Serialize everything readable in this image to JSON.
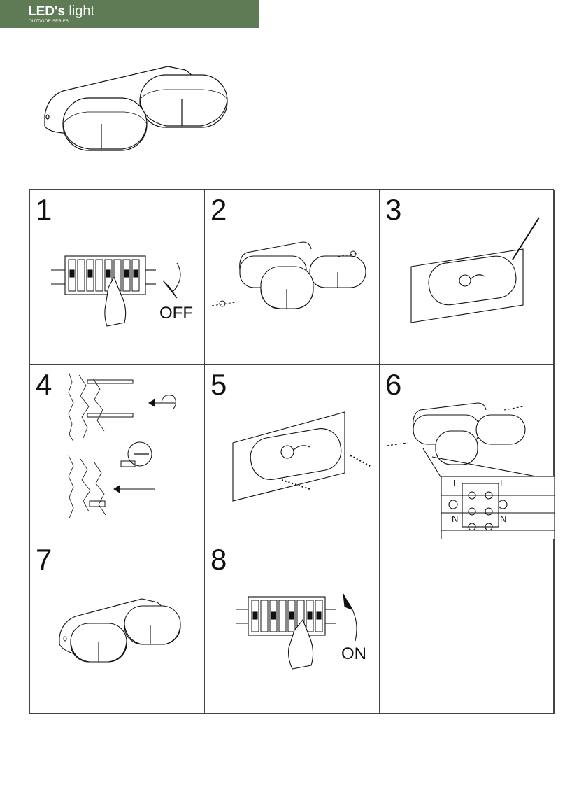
{
  "brand": {
    "name_bold": "LED's",
    "name_light": "light",
    "series": "OUTDOOR SERIES",
    "color": "#5e7b56"
  },
  "steps": [
    {
      "number": "1",
      "label": "OFF"
    },
    {
      "number": "2"
    },
    {
      "number": "3"
    },
    {
      "number": "4"
    },
    {
      "number": "5"
    },
    {
      "number": "6",
      "terminals": [
        "L",
        "L",
        "N",
        "N"
      ]
    },
    {
      "number": "7"
    },
    {
      "number": "8",
      "label": "ON"
    }
  ]
}
